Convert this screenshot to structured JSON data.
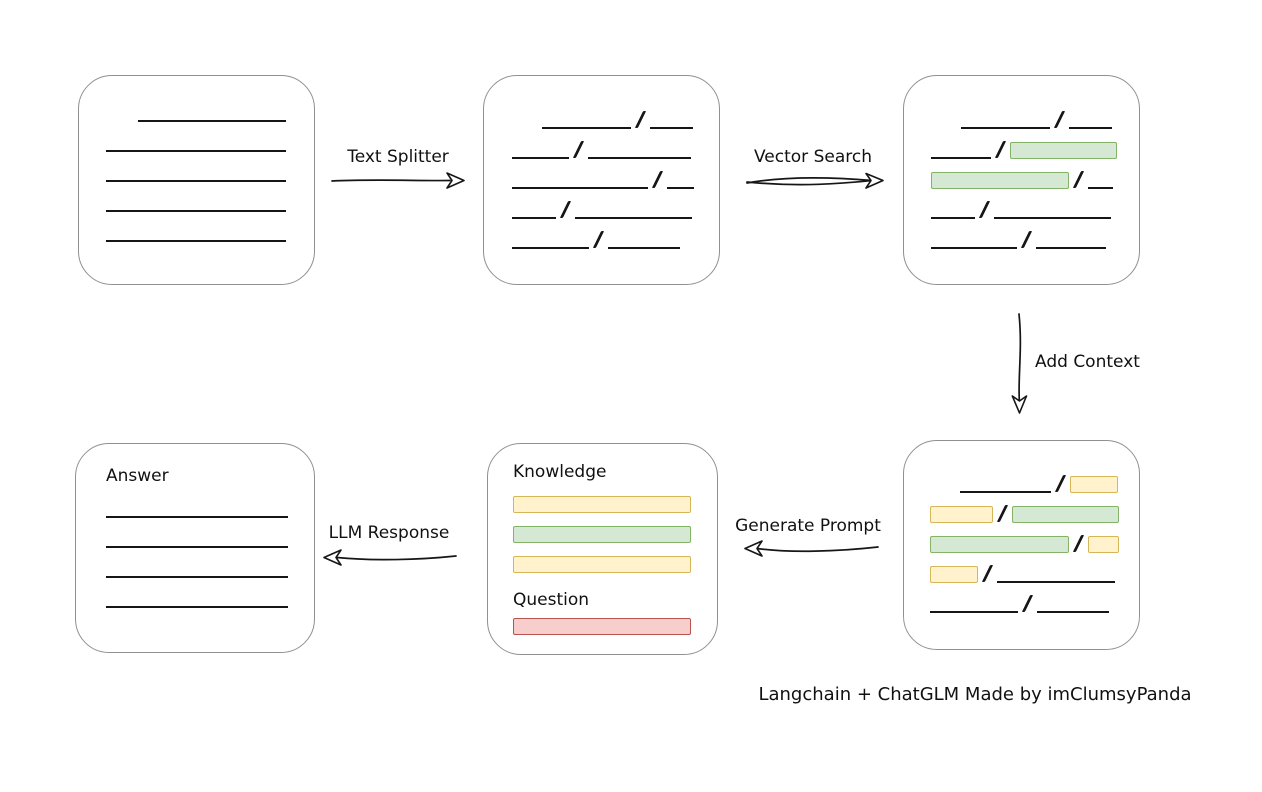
{
  "labels": {
    "text_splitter": "Text Splitter",
    "vector_search": "Vector Search",
    "add_context": "Add Context",
    "generate_prompt": "Generate Prompt",
    "llm_response": "LLM Response",
    "caption": "Langchain + ChatGLM Made by imClumsyPanda"
  },
  "palette": {
    "green_fill": "#d5e8d4",
    "green_border": "#82b366",
    "yellow_fill": "#fff2cc",
    "yellow_border": "#d6b656",
    "red_fill": "#f8cecc",
    "red_border": "#b85450",
    "box_border": "#909090",
    "ink": "#161616"
  },
  "boxes": {
    "document": {
      "rows": [
        [
          {
            "t": "gap",
            "w": 32
          },
          {
            "t": "line",
            "w": 148
          }
        ],
        [
          {
            "t": "line",
            "w": 180
          }
        ],
        [
          {
            "t": "line",
            "w": 180
          }
        ],
        [
          {
            "t": "line",
            "w": 180
          }
        ],
        [
          {
            "t": "line",
            "w": 180
          }
        ]
      ]
    },
    "split_chunks": {
      "rows": [
        [
          {
            "t": "gap",
            "w": 30
          },
          {
            "t": "line",
            "w": 89
          },
          {
            "t": "slash"
          },
          {
            "t": "line",
            "w": 43
          }
        ],
        [
          {
            "t": "line",
            "w": 57
          },
          {
            "t": "slash"
          },
          {
            "t": "line",
            "w": 103
          }
        ],
        [
          {
            "t": "line",
            "w": 136
          },
          {
            "t": "slash"
          },
          {
            "t": "line",
            "w": 27
          }
        ],
        [
          {
            "t": "line",
            "w": 44
          },
          {
            "t": "slash"
          },
          {
            "t": "line",
            "w": 117
          }
        ],
        [
          {
            "t": "line",
            "w": 77
          },
          {
            "t": "slash"
          },
          {
            "t": "line",
            "w": 72
          }
        ]
      ]
    },
    "matched_chunks": {
      "rows": [
        [
          {
            "t": "gap",
            "w": 30
          },
          {
            "t": "line",
            "w": 89
          },
          {
            "t": "slash"
          },
          {
            "t": "line",
            "w": 43
          }
        ],
        [
          {
            "t": "line",
            "w": 60
          },
          {
            "t": "slash"
          },
          {
            "t": "rect",
            "c": "green",
            "w": 107
          }
        ],
        [
          {
            "t": "rect",
            "c": "green",
            "w": 138
          },
          {
            "t": "slash"
          },
          {
            "t": "line",
            "w": 25
          }
        ],
        [
          {
            "t": "line",
            "w": 44
          },
          {
            "t": "slash"
          },
          {
            "t": "line",
            "w": 117
          }
        ],
        [
          {
            "t": "line",
            "w": 86
          },
          {
            "t": "slash"
          },
          {
            "t": "line",
            "w": 70
          }
        ]
      ]
    },
    "context_chunks": {
      "rows": [
        [
          {
            "t": "gap",
            "w": 30
          },
          {
            "t": "line",
            "w": 91
          },
          {
            "t": "slash"
          },
          {
            "t": "rect",
            "c": "yellow",
            "w": 48
          }
        ],
        [
          {
            "t": "rect",
            "c": "yellow",
            "w": 63
          },
          {
            "t": "slash"
          },
          {
            "t": "rect",
            "c": "green",
            "w": 107
          }
        ],
        [
          {
            "t": "rect",
            "c": "green",
            "w": 139
          },
          {
            "t": "slash"
          },
          {
            "t": "rect",
            "c": "yellow",
            "w": 31
          }
        ],
        [
          {
            "t": "rect",
            "c": "yellow",
            "w": 48
          },
          {
            "t": "slash"
          },
          {
            "t": "line",
            "w": 118
          }
        ],
        [
          {
            "t": "line",
            "w": 88
          },
          {
            "t": "slash"
          },
          {
            "t": "line",
            "w": 72
          }
        ]
      ]
    },
    "prompt": {
      "knowledge_label": "Knowledge",
      "question_label": "Question",
      "knowledge_bars": [
        "yellow",
        "green",
        "yellow"
      ],
      "question_bars": [
        "red"
      ]
    },
    "answer": {
      "label": "Answer",
      "line_count": 4
    }
  }
}
